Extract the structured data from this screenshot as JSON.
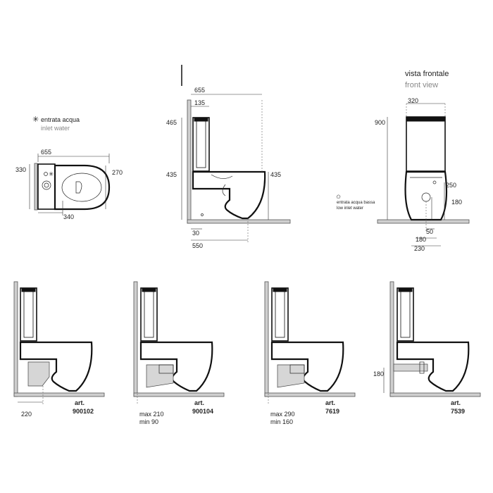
{
  "legend": {
    "symbol": "✳",
    "inlet_it": "entrata acqua",
    "inlet_en": "inlet water",
    "low_symbol": "✩",
    "low_inlet_it": "entrata acqua bassa",
    "low_inlet_en": "low inlet water"
  },
  "front_view": {
    "title_it": "vista frontale",
    "title_en": "front view"
  },
  "plan_view": {
    "dim_length": "655",
    "dim_depth": "330",
    "dim_width": "270",
    "dim_outlet": "340"
  },
  "side_view": {
    "dim_length": "655",
    "dim_tank_depth": "135",
    "dim_tank_height": "465",
    "dim_seat_height": "435",
    "dim_bowl_height": "435",
    "dim_inlet": "30",
    "dim_footprint": "550"
  },
  "front_dims": {
    "dim_width": "320",
    "dim_height": "900",
    "dim_inlet_height": "250",
    "dim_outlet_height": "180",
    "dim_offset": "50",
    "dim_outlet_width": "180",
    "dim_base_width": "230"
  },
  "variants": [
    {
      "art_label": "art.",
      "code": "900102",
      "dim1": "220",
      "dim2": ""
    },
    {
      "art_label": "art.",
      "code": "900104",
      "dim1": "max 210",
      "dim2": "min  90"
    },
    {
      "art_label": "art.",
      "code": "7619",
      "dim1": "max 290",
      "dim2": "min  160"
    },
    {
      "art_label": "art.",
      "code": "7539",
      "dim1": "180",
      "dim2": ""
    }
  ]
}
